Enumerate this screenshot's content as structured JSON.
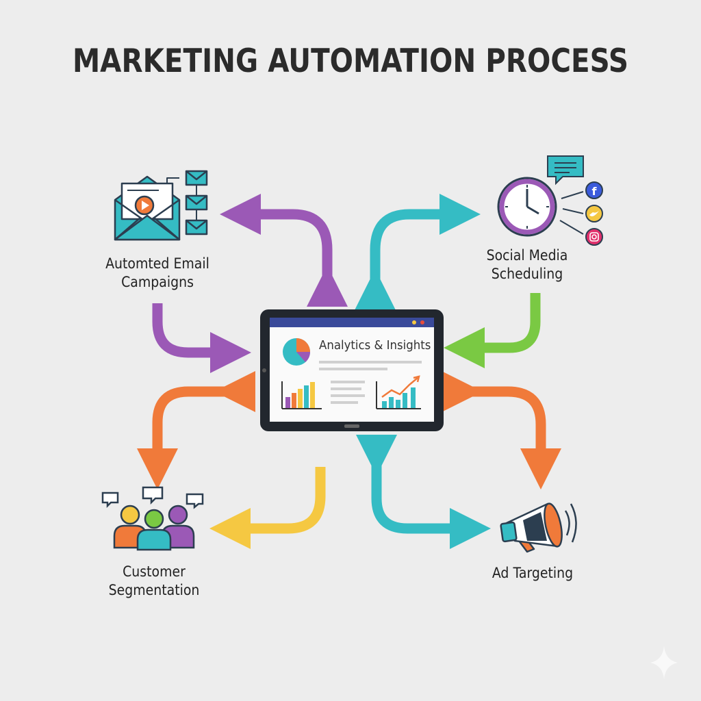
{
  "title": "MARKETING AUTOMATION PROCESS",
  "center": {
    "label": "Analytics & Insights"
  },
  "nodes": {
    "email": {
      "line1": "Automted Email",
      "line2": "Campaigns",
      "icon": "email-envelope-icon"
    },
    "social": {
      "line1": "Social Media",
      "line2": "Scheduling",
      "icon": "clock-social-icon"
    },
    "segmentation": {
      "line1": "Customer",
      "line2": "Segmentation",
      "icon": "people-group-icon"
    },
    "ads": {
      "line1": "Ad Targeting",
      "icon": "megaphone-icon"
    }
  },
  "colors": {
    "purple": "#9b59b6",
    "teal": "#35bcc4",
    "green": "#7ac943",
    "orange": "#f07a3a",
    "yellow": "#f5c842",
    "dark": "#2c3e50"
  }
}
